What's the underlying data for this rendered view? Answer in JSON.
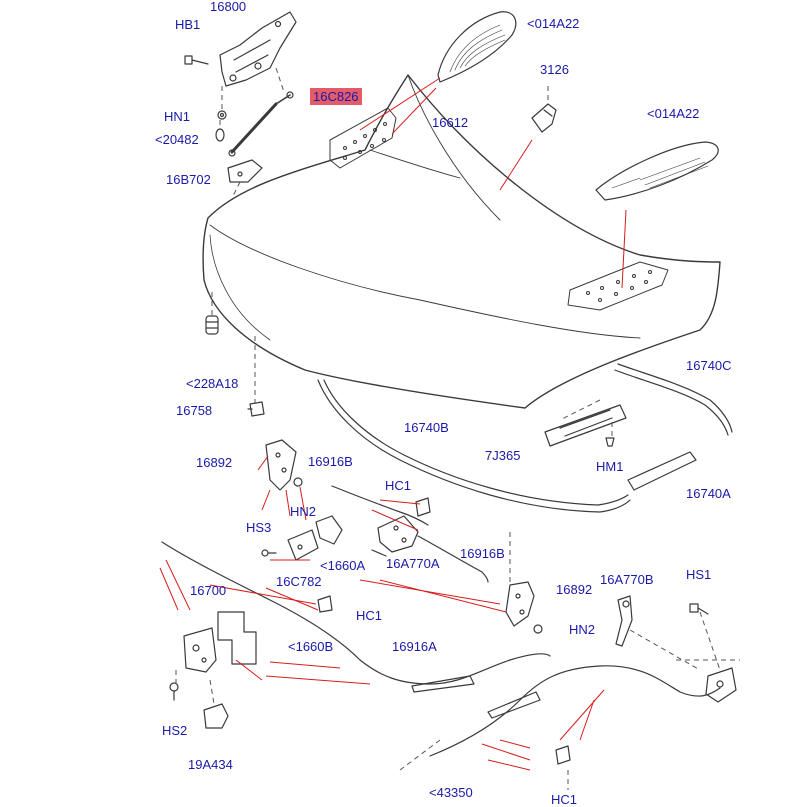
{
  "colors": {
    "label": "#1a1aa8",
    "highlight_bg": "#e45b6a",
    "highlight_text": "#1a1aa8",
    "leader": "#d71d1d",
    "outline": "#3a3a3a",
    "dash": "#555555"
  },
  "labels": {
    "hb1": "HB1",
    "p16800": "16800",
    "hn1": "HN1",
    "p20482": "<20482",
    "p16b702": "16B702",
    "p16c826": "16C826",
    "p014a22_top": "<014A22",
    "p3126": "3126",
    "p16612": "16612",
    "p014a22_right": "<014A22",
    "p228a18": "<228A18",
    "p16758": "16758",
    "p16740c": "16740C",
    "p16740b": "16740B",
    "p7j365": "7J365",
    "hm1": "HM1",
    "p16740a": "16740A",
    "p16892_left": "16892",
    "p16916b_top": "16916B",
    "hc1_top": "HC1",
    "hn2_left": "HN2",
    "hs3": "HS3",
    "p1660a": "<1660A",
    "p16a770a": "16A770A",
    "p16916b_mid": "16916B",
    "p16c782": "16C782",
    "p16892_right": "16892",
    "p16a770b": "16A770B",
    "hs1": "HS1",
    "p16700": "16700",
    "hc1_mid": "HC1",
    "hn2_right": "HN2",
    "p1660b": "<1660B",
    "p16916a": "16916A",
    "hs2": "HS2",
    "p19a434": "19A434",
    "p43350": "<43350",
    "hc1_bottom": "HC1"
  }
}
